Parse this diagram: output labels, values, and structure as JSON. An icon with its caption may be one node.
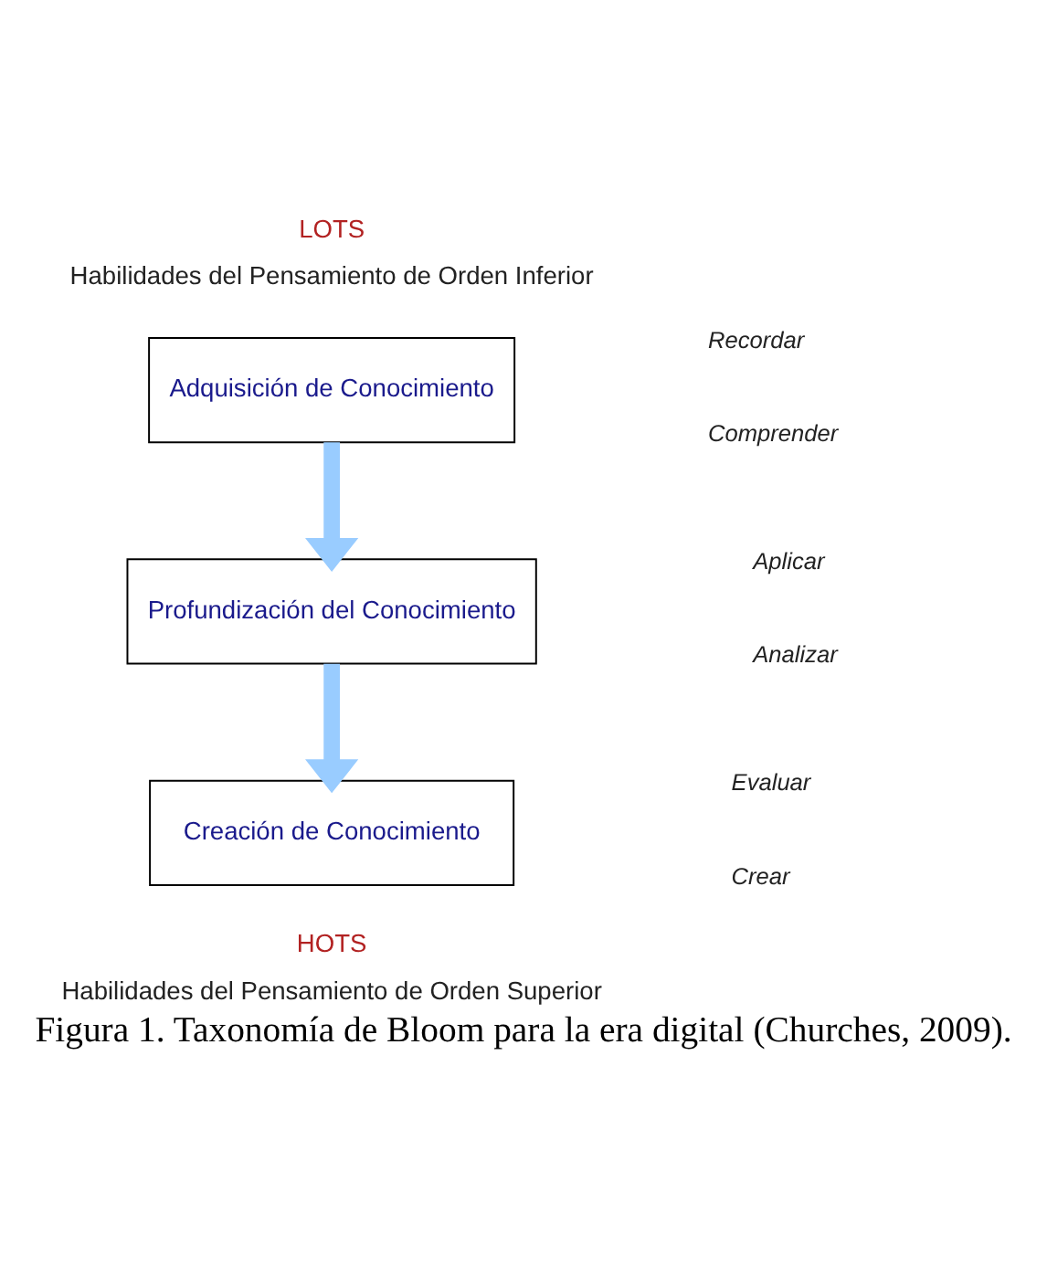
{
  "diagram": {
    "caption": "Figura 1. Taxonomía de Bloom para la era digital (Churches, 2009).",
    "nodes": [
      {
        "text": [
          "Adquisición de Conocimiento"
        ],
        "beside": [
          "Recordar",
          "Comprender"
        ]
      },
      {
        "text": [
          "Profundización del Conocimiento"
        ],
        "beside": [
          "Aplicar",
          "Analizar"
        ]
      },
      {
        "text": [
          "Creación de Conocimiento"
        ],
        "beside": [
          "Evaluar",
          "Crear"
        ]
      }
    ],
    "edges": [
      {
        "from": 0,
        "to": 1,
        "arrow": "to"
      },
      {
        "from": 1,
        "to": 2,
        "arrow": "to"
      }
    ],
    "labels": [
      "LOTS",
      "Habilidades del Pensamiento de Orden Inferior",
      "HOTS",
      "Habilidades del Pensamiento de Orden Superior"
    ]
  }
}
